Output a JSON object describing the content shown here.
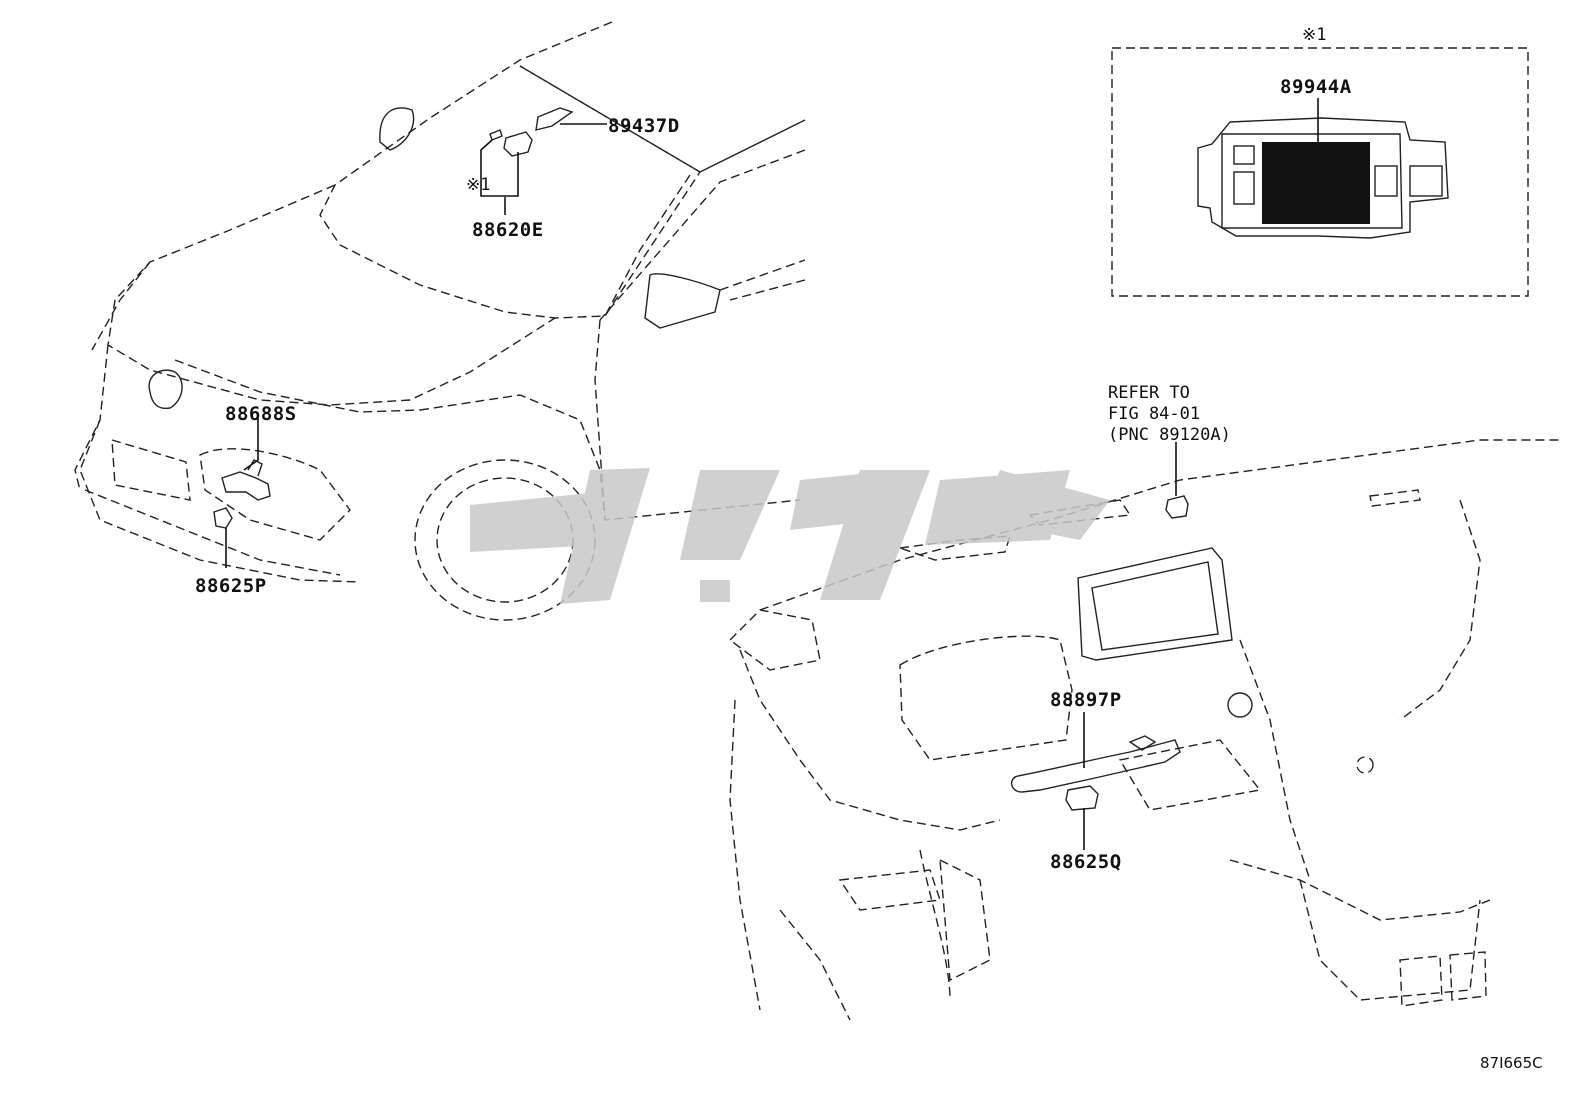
{
  "diagram": {
    "marker_symbol": "※1",
    "callouts": [
      {
        "id": "89437D",
        "label": "89437D"
      },
      {
        "id": "88620E",
        "label": "88620E",
        "marker": "※1"
      },
      {
        "id": "88688S",
        "label": "88688S"
      },
      {
        "id": "88625P",
        "label": "88625P"
      },
      {
        "id": "89944A",
        "label": "89944A"
      },
      {
        "id": "88897P",
        "label": "88897P"
      },
      {
        "id": "88625Q",
        "label": "88625Q"
      }
    ],
    "inset": {
      "marker": "※1",
      "part": "89944A"
    },
    "reference_note": [
      "REFER TO",
      "FIG 84-01",
      "(PNC 89120A)"
    ],
    "figure_code": "87I665C",
    "colors": {
      "line": "#222222",
      "fill_dark": "#111111",
      "watermark": "#c8c8c8"
    }
  }
}
